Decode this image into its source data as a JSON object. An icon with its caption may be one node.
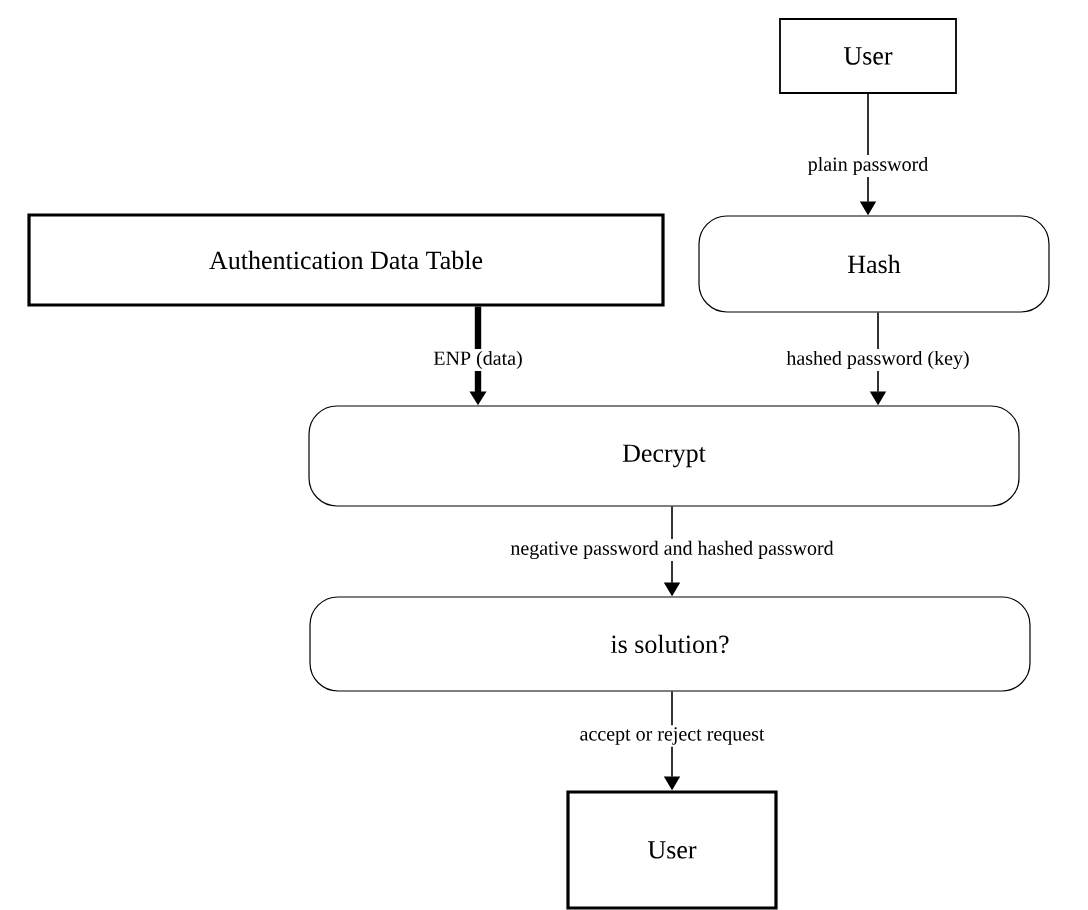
{
  "diagram": {
    "nodes": [
      {
        "text": [
          "User"
        ]
      },
      {
        "text": [
          "Hash"
        ]
      },
      {
        "text": [
          "Authentication Data Table"
        ]
      },
      {
        "text": [
          "Decrypt"
        ]
      },
      {
        "text": [
          "is solution?"
        ]
      },
      {
        "text": [
          "User"
        ]
      }
    ],
    "edges": [
      {
        "from": 0,
        "to": 1,
        "arrow": "to",
        "label": "plain password"
      },
      {
        "from": 2,
        "to": 3,
        "arrow": "to",
        "label": "ENP (data)",
        "style": "thick"
      },
      {
        "from": 1,
        "to": 3,
        "arrow": "to",
        "label": "hashed password (key)"
      },
      {
        "from": 3,
        "to": 4,
        "arrow": "to",
        "label": "negative password and hashed password"
      },
      {
        "from": 4,
        "to": 5,
        "arrow": "to",
        "label": "accept or reject request"
      }
    ]
  }
}
